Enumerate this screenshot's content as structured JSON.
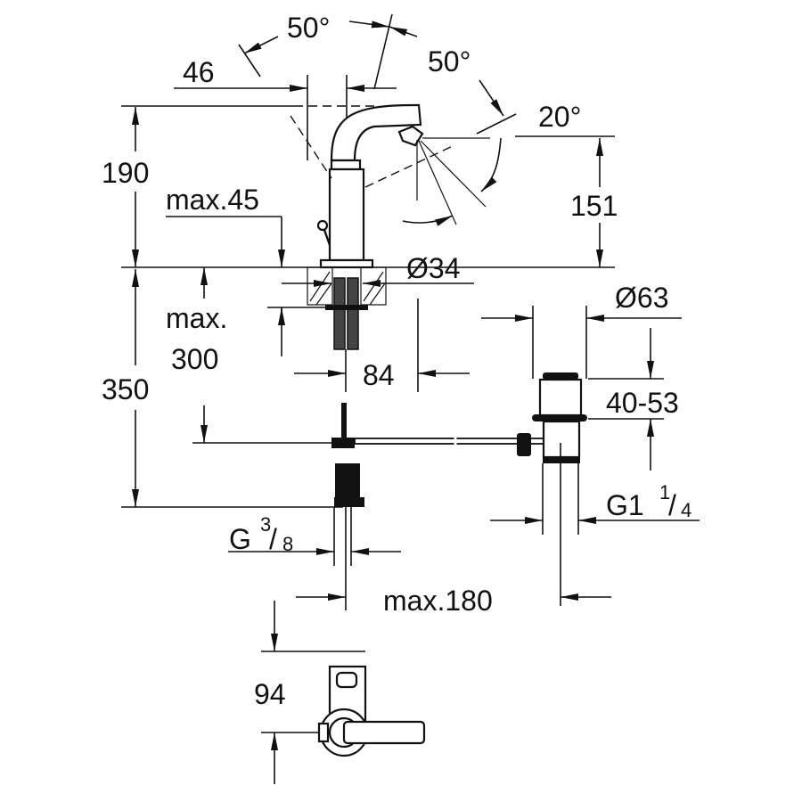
{
  "drawing": {
    "title": "Bidet mixer dimensional drawing",
    "colors": {
      "line": "#111111",
      "background": "#ffffff"
    },
    "dimensions": {
      "swivel_angle_1": "50°",
      "swivel_angle_2": "50°",
      "spray_angle": "20°",
      "spout_offset": "46",
      "total_height": "190",
      "outlet_height": "151",
      "deck_thickness": "max.45",
      "max_below_label_1": "max.",
      "max_below_label_2": "300",
      "body_diameter": "Ø34",
      "projection": "84",
      "below_deck_height": "350",
      "waste_diameter": "Ø63",
      "waste_range": "40-53",
      "waste_thread_main": "G1",
      "waste_thread_num": "1",
      "waste_thread_den": "4",
      "inlet_thread_main": "G",
      "inlet_thread_num": "3",
      "inlet_thread_den": "8",
      "rod_length": "max.180",
      "plan_height": "94"
    }
  }
}
